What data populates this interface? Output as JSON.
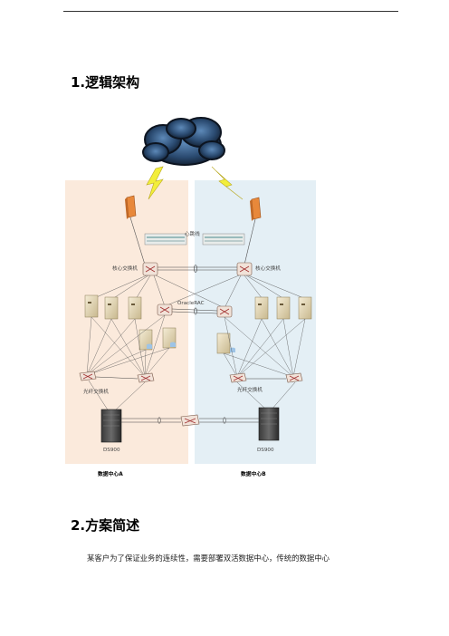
{
  "page": {
    "section1_heading": "1.逻辑架构",
    "section2_heading": "2.方案简述",
    "body_text": "某客户为了保证业务的连续性，需要部署双活数据中心，传统的数据中心"
  },
  "diagram": {
    "heartbeat_label": "心跳线",
    "core_switch_left_label": "核心交换机",
    "core_switch_right_label": "核心交换机",
    "oracle_rac_label": "OracleRAC",
    "fiber_switch_left_label": "光纤交换机",
    "fiber_switch_right_label": "光纤交换机",
    "storage_left_label": "DS900",
    "storage_right_label": "DS900",
    "dc_a_caption": "数据中心A",
    "dc_b_caption": "数据中心B",
    "colors": {
      "dc_a_bg": "#fbeadc",
      "dc_b_bg": "#e4eff5",
      "firewall": "#e8883a",
      "lightning": "#f2ee3a",
      "cloud": "#1f3550"
    }
  }
}
